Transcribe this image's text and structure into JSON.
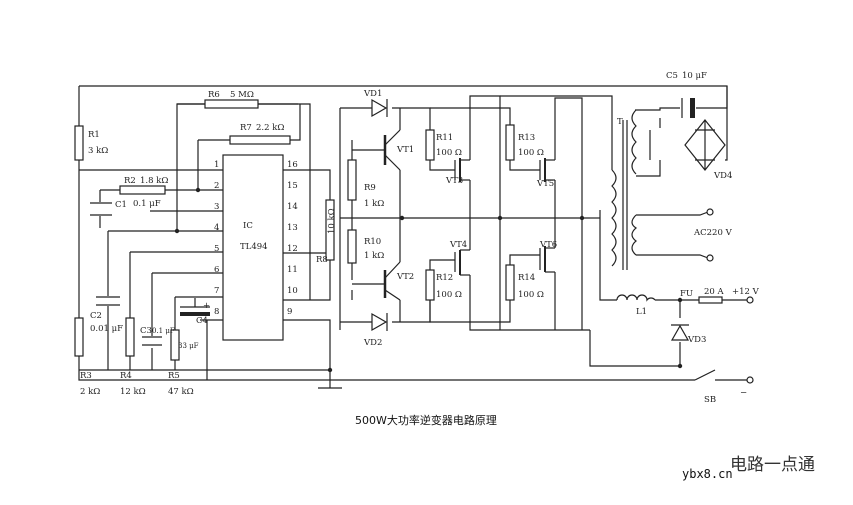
{
  "title": "500W大功率逆变器电路原理",
  "watermark": {
    "brand": "电路一点通",
    "site": "ybx8.cn"
  },
  "ic": {
    "label": "IC",
    "part": "TL494",
    "pins_left": [
      "1",
      "2",
      "3",
      "4",
      "5",
      "6",
      "7",
      "8"
    ],
    "pins_right": [
      "16",
      "15",
      "14",
      "13",
      "12",
      "11",
      "10",
      "9"
    ]
  },
  "resistors": {
    "r1": {
      "name": "R1",
      "value": "3 kΩ"
    },
    "r2": {
      "name": "R2",
      "value": "1.8 kΩ"
    },
    "r3": {
      "name": "R3",
      "value": "2 kΩ"
    },
    "r4": {
      "name": "R4",
      "value": "12 kΩ"
    },
    "r5": {
      "name": "R5",
      "value": "47 kΩ"
    },
    "r6": {
      "name": "R6",
      "value": "5 MΩ"
    },
    "r7": {
      "name": "R7",
      "value": "2.2 kΩ"
    },
    "r8": {
      "name": "R8",
      "value": "10 kΩ"
    },
    "r9": {
      "name": "R9",
      "value": "1 kΩ"
    },
    "r10": {
      "name": "R10",
      "value": "1 kΩ"
    },
    "r11": {
      "name": "R11",
      "value": "100 Ω"
    },
    "r12": {
      "name": "R12",
      "value": "100 Ω"
    },
    "r13": {
      "name": "R13",
      "value": "100 Ω"
    },
    "r14": {
      "name": "R14",
      "value": "100 Ω"
    }
  },
  "capacitors": {
    "c1": {
      "name": "C1",
      "value": "0.1 μF"
    },
    "c2": {
      "name": "C2",
      "value": "0.01 μF"
    },
    "c3": {
      "name": "C3",
      "value": "0.1 μF"
    },
    "c4": {
      "name": "C4",
      "value": "33 μF"
    },
    "c5": {
      "name": "C5",
      "value": "10 μF"
    }
  },
  "semis": {
    "vd1": "VD1",
    "vd2": "VD2",
    "vd3": "VD3",
    "vd4": "VD4",
    "vt1": "VT1",
    "vt2": "VT2",
    "vt3": "VT3",
    "vt4": "VT4",
    "vt5": "VT5",
    "vt6": "VT6"
  },
  "misc": {
    "t": "T",
    "l1": "L1",
    "fu": "FU",
    "fuse_rating": "20 A",
    "vplus": "+12 V",
    "vminus": "−",
    "ac": "AC220 V",
    "sb": "SB",
    "plus_sign": "+"
  }
}
